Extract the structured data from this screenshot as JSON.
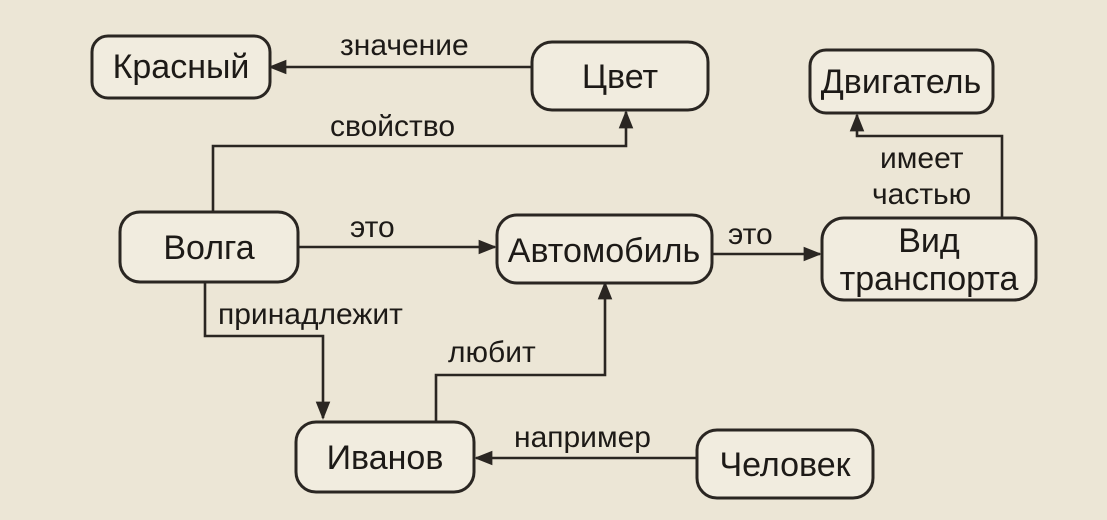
{
  "diagram": {
    "nodes": {
      "krasny": "Красный",
      "tsvet": "Цвет",
      "dvigatel": "Двигатель",
      "volga": "Волга",
      "avtomobil": "Автомобиль",
      "vid_line1": "Вид",
      "vid_line2": "транспорта",
      "ivanov": "Иванов",
      "chelovek": "Человек"
    },
    "edges": {
      "znachenie": "значение",
      "svoistvo": "свойство",
      "eto_volga_avto": "это",
      "eto_avto_vid": "это",
      "imeet": "имеет",
      "chastyu": "частью",
      "prinadlezhit": "принадлежит",
      "lyubit": "любит",
      "naprimer": "например"
    }
  },
  "colors": {
    "background": "#ece6d6",
    "box_fill": "#f1ecdf",
    "ink": "#2a2622"
  }
}
